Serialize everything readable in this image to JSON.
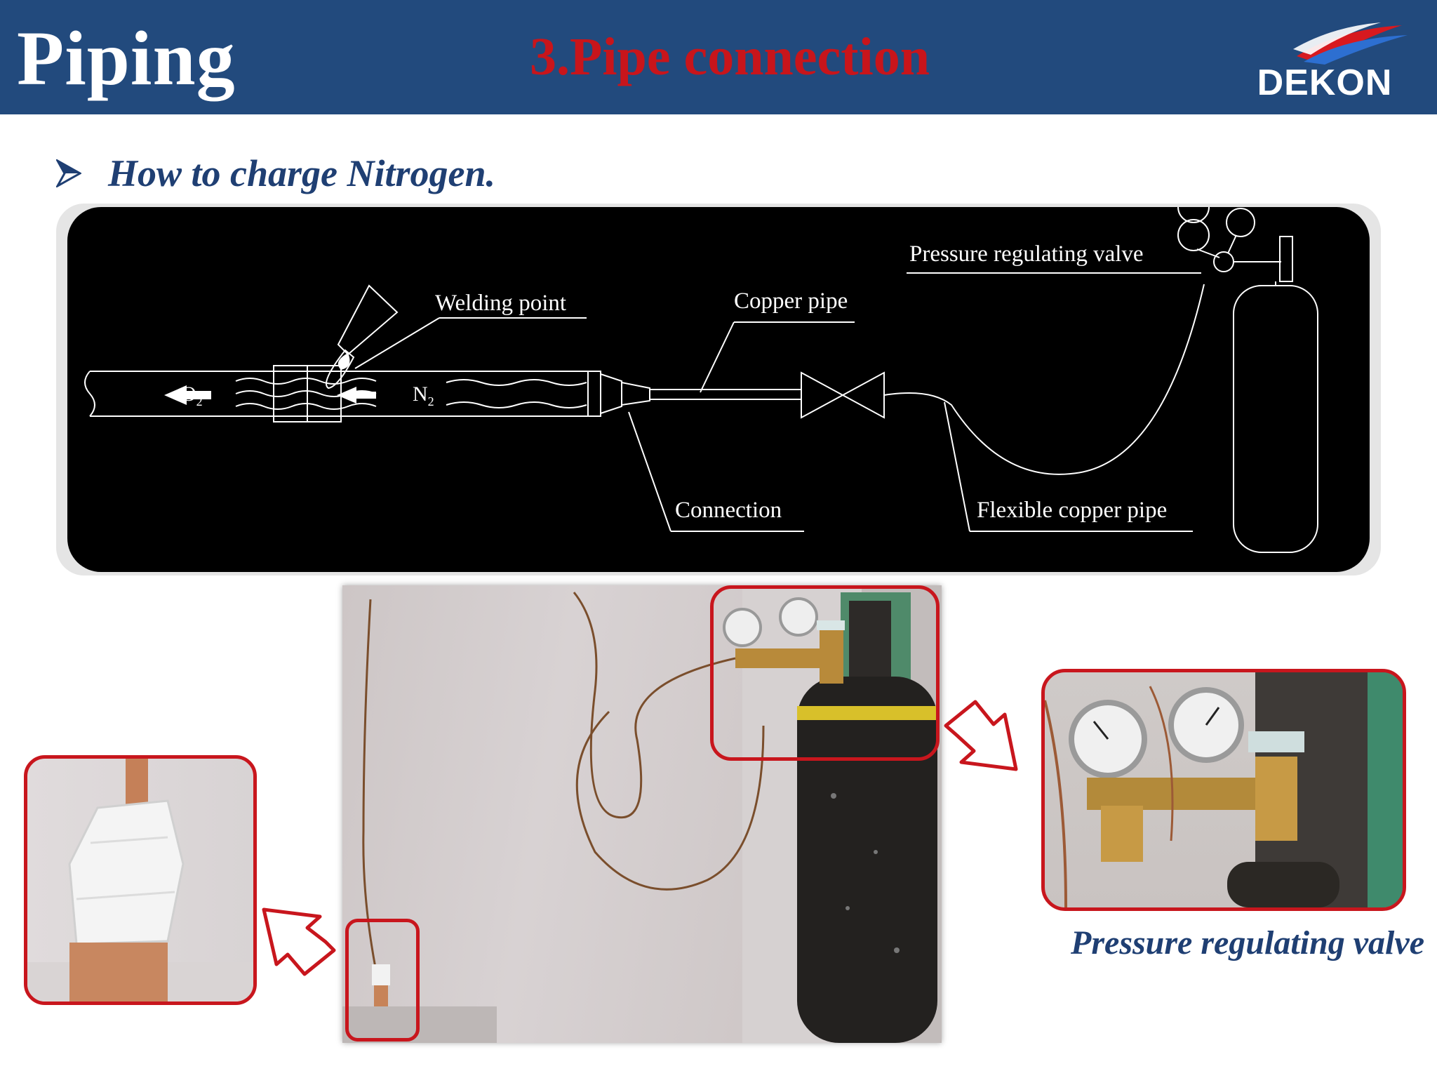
{
  "header": {
    "section_title": "Piping",
    "topic_title": "3.Pipe connection",
    "logo_text": "DEKON"
  },
  "subheading": {
    "text": "How to charge Nitrogen.",
    "bullet_icon": "arrowhead-bullet-icon"
  },
  "diagram": {
    "labels": {
      "pressure_valve": "Pressure regulating valve",
      "welding_point": "Welding point",
      "copper_pipe": "Copper pipe",
      "connection": "Connection",
      "flexible_pipe": "Flexible copper pipe"
    },
    "gas_left": "O",
    "gas_left_sub": "2",
    "gas_right": "N",
    "gas_right_sub": "2"
  },
  "photos": {
    "caption": "Pressure regulating valve"
  },
  "colors": {
    "header_bg": "#224a7d",
    "title_red": "#c8151b",
    "text_navy": "#1f3f73",
    "highlight_red": "#c8161d"
  }
}
